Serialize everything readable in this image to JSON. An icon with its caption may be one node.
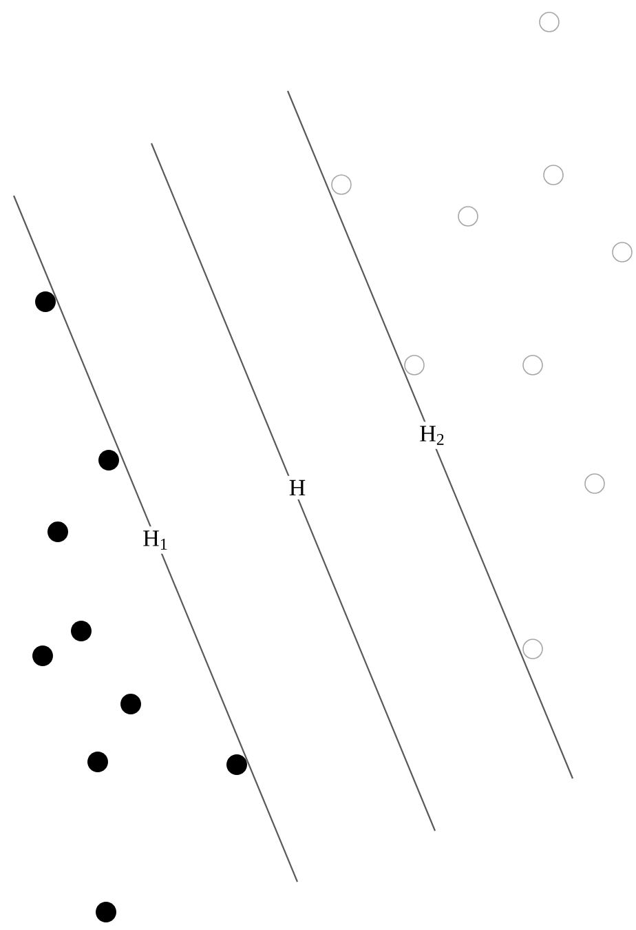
{
  "diagram": {
    "labels": [
      "H$_{1}$",
      "H",
      "H$_{2}$"
    ]
  }
}
